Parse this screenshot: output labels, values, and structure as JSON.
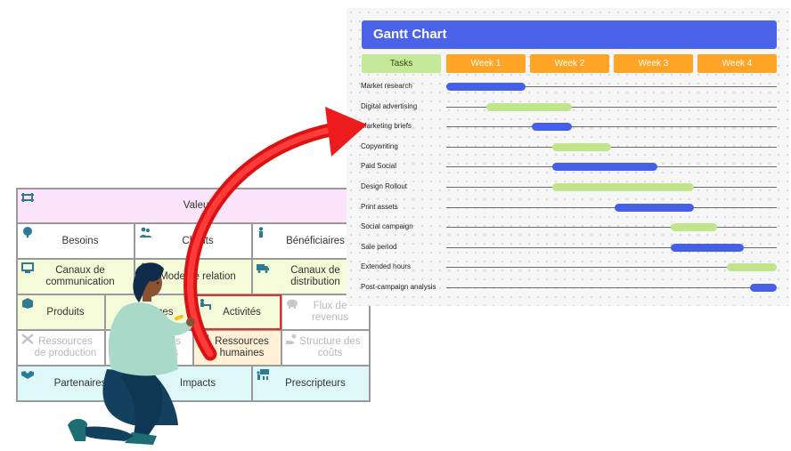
{
  "canvas": {
    "valeur": "Valeur",
    "besoins": "Besoins",
    "clients": "Clients",
    "beneficiaires": "Bénéficiaires",
    "canaux_comm": "Canaux de communication",
    "mode_relation": "Mode de relation",
    "canaux_dist": "Canaux de distribution",
    "produits": "Produits",
    "services": "Services",
    "activites": "Activités",
    "flux": "Flux de revenus",
    "ressources_prod": "Ressources de production",
    "ressources_fin": "Ressources financières",
    "ressources_hum": "Ressources humaines",
    "structure": "Structure des coûts",
    "partenaires": "Partenaires",
    "impacts": "Impacts",
    "prescripteurs": "Prescripteurs"
  },
  "gantt": {
    "title": "Gantt Chart",
    "tasks_header": "Tasks",
    "weeks": [
      "Week 1",
      "Week 2",
      "Week 3",
      "Week 4"
    ],
    "colors": {
      "title": "#4a63e8",
      "tasks_header": "#c3e897",
      "week_header": "#ffa425",
      "blue": "#4560e6",
      "green": "#c1e58a"
    },
    "rows": [
      {
        "task": "Market research",
        "start": 0.0,
        "end": 0.24,
        "color": "blue"
      },
      {
        "task": "Digital advertising",
        "start": 0.12,
        "end": 0.38,
        "color": "green"
      },
      {
        "task": "Marketing briefs",
        "start": 0.26,
        "end": 0.38,
        "color": "blue"
      },
      {
        "task": "Copywriting",
        "start": 0.32,
        "end": 0.5,
        "color": "green"
      },
      {
        "task": "Paid Social",
        "start": 0.32,
        "end": 0.64,
        "color": "blue"
      },
      {
        "task": "Design Rollout",
        "start": 0.32,
        "end": 0.75,
        "color": "green"
      },
      {
        "task": "Print assets",
        "start": 0.51,
        "end": 0.75,
        "color": "blue"
      },
      {
        "task": "Social campaign",
        "start": 0.68,
        "end": 0.82,
        "color": "green"
      },
      {
        "task": "Sale period",
        "start": 0.68,
        "end": 0.9,
        "color": "blue"
      },
      {
        "task": "Extended hours",
        "start": 0.85,
        "end": 1.0,
        "color": "green"
      },
      {
        "task": "Post-campaign analysis",
        "start": 0.92,
        "end": 1.0,
        "color": "blue"
      }
    ]
  },
  "icons": [
    "frame-icon",
    "tree-icon",
    "people-icon",
    "person-icon",
    "monitor-icon",
    "truck-icon",
    "box-icon",
    "desk-icon",
    "piggy-bank-icon",
    "tools-icon",
    "users-icon",
    "hand-coins-icon",
    "handshake-icon",
    "presenter-icon"
  ]
}
